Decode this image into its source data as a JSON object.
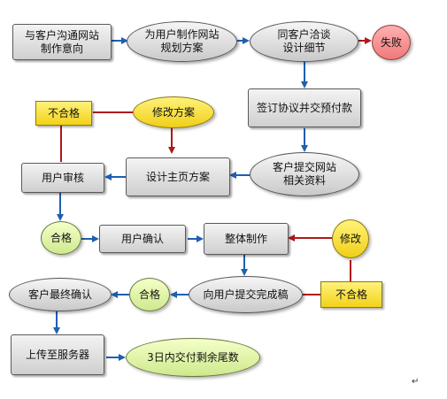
{
  "nodes": {
    "n1": "与客户沟通网站\n制作意向",
    "n2": "为用户制作网站\n规划方案",
    "n3": "同客户洽谈\n设计细节",
    "fail": "失败",
    "sign": "签订协议并交预付款",
    "submit": "客户提交网站\n相关资料",
    "design": "设计主页方案",
    "modify1": "修改方案",
    "reject1": "不合格",
    "review": "用户审核",
    "pass1": "合格",
    "confirm": "用户确认",
    "build": "整体制作",
    "modify2": "修改",
    "reject2": "不合格",
    "submitdone": "向用户提交完成稿",
    "pass2": "合格",
    "finalconfirm": "客户最终确认",
    "upload": "上传至服务器",
    "pay": "3日内交付剩余尾数"
  },
  "colors": {
    "arrow_blue": "#1f5fb0",
    "arrow_red": "#b01818"
  },
  "para_mark": "↵"
}
